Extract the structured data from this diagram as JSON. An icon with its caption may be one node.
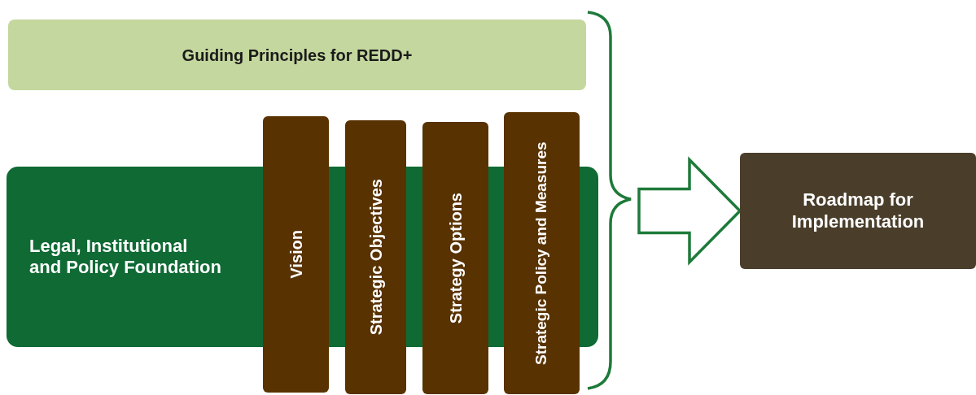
{
  "diagram": {
    "nodes": [
      {
        "text": [
          "Guiding Principles for REDD+"
        ]
      },
      {
        "text": [
          "Legal, Institutional and Policy Foundation"
        ]
      },
      {
        "text": [
          "Vision"
        ]
      },
      {
        "text": [
          "Strategic Objectives"
        ]
      },
      {
        "text": [
          "Strategy Options"
        ]
      },
      {
        "text": [
          "Strategic Policy and Measures"
        ]
      },
      {
        "text": [
          "Roadmap for Implementation"
        ]
      }
    ],
    "edges": [
      {
        "from": null,
        "to": 6,
        "arrow": "to"
      }
    ]
  }
}
